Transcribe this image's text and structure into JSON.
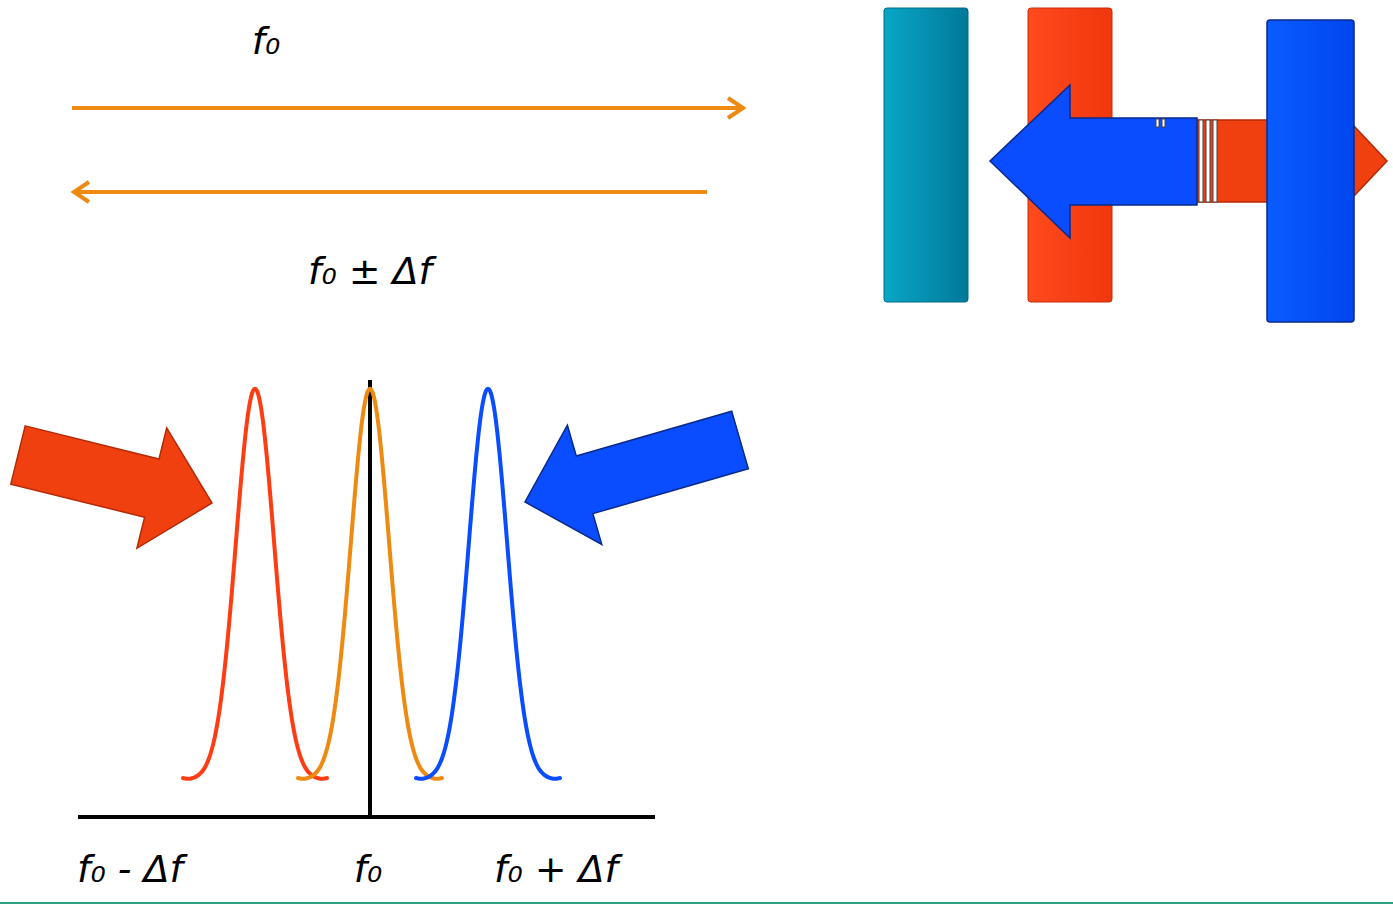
{
  "diagram": {
    "labels": [
      "f₀",
      "f₀ ± Δf",
      "f₀ - Δf",
      "f₀",
      "f₀ + Δf"
    ]
  }
}
